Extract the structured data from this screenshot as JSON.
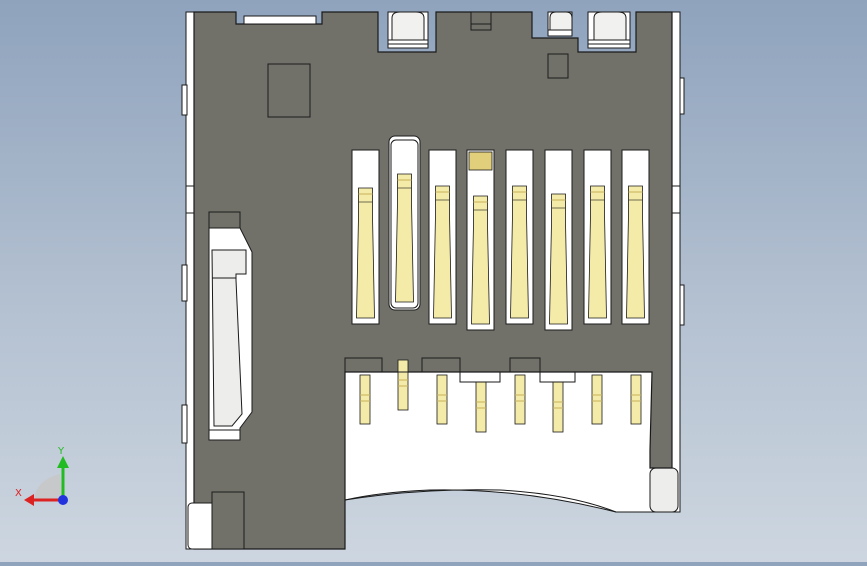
{
  "viewport": {
    "title": "",
    "colors": {
      "body": "#71716a",
      "outline": "#1a1a1a",
      "white_part": "#ffffff",
      "light_part": "#ededec",
      "gold": "#f4eba8",
      "gold_dark": "#c9b25a",
      "gold_mid": "#e2cf7c",
      "bg_top": "#8fa3bd",
      "bg_bottom": "#cdd6e0"
    },
    "contact_count": 8,
    "pin_count": 8
  },
  "triad": {
    "x_label": "X",
    "y_label": "Y",
    "x_color": "#dd2222",
    "y_color": "#22bb22",
    "z_color": "#2233dd"
  }
}
